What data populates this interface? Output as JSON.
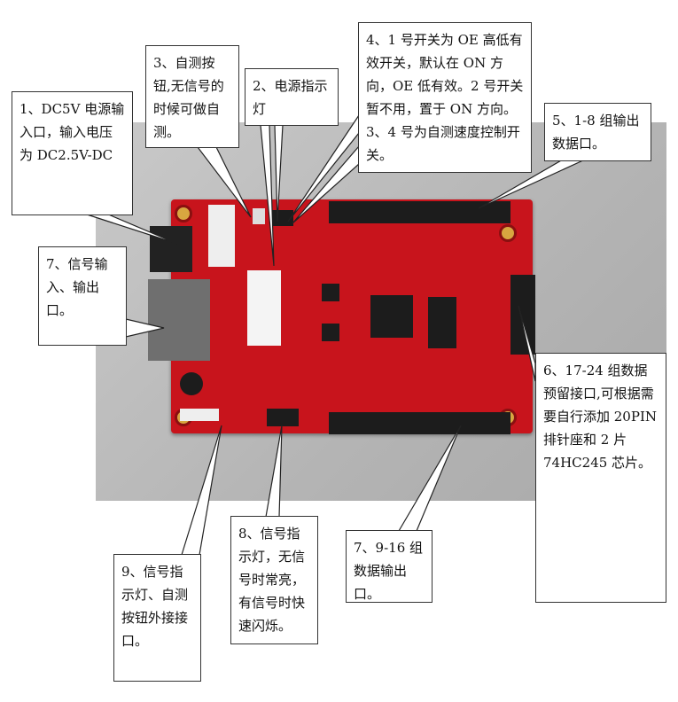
{
  "callouts": [
    {
      "id": "1",
      "text": "1、DC5V 电源输入口，输入电压为 DC2.5V-DC"
    },
    {
      "id": "2",
      "text": "2、电源指示灯"
    },
    {
      "id": "3",
      "text": "3、自测按钮,无信号的时候可做自测。"
    },
    {
      "id": "4",
      "text": "4、1 号开关为 OE 高低有效开关，默认在 ON 方向，OE 低有效。2 号开关暂不用，置于 ON 方向。3、4 号为自测速度控制开关。"
    },
    {
      "id": "5",
      "text": "5、1-8 组输出数据口。"
    },
    {
      "id": "6",
      "text": "6、17-24 组数据预留接口,可根据需要自行添加 20PIN 排针座和 2 片 74HC245 芯片。"
    },
    {
      "id": "7a",
      "text": "7、信号输入、输出口。"
    },
    {
      "id": "7b",
      "text": "7、9-16 组数据输出口。"
    },
    {
      "id": "8",
      "text": "8、信号指示灯，无信号时常亮，有信号时快速闪烁。"
    },
    {
      "id": "9",
      "text": "9、信号指示灯、自测按钮外接接口。"
    }
  ]
}
